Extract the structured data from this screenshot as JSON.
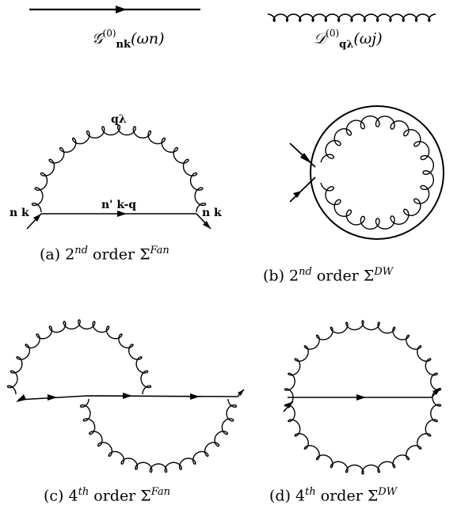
{
  "legend": {
    "fermion": {
      "symbol": "𝒢",
      "sup": "(0)",
      "sub": "nk",
      "arg": "(ωn)"
    },
    "phonon": {
      "symbol": "𝒟",
      "sup": "(0)",
      "sub": "qλ",
      "arg": "(ωj)"
    }
  },
  "panels": [
    {
      "id": "a",
      "caption_prefix": "(a) 2",
      "caption_order_sup": "nd",
      "caption_mid": " order Σ",
      "caption_sup": "Fan",
      "labels": {
        "phonon": "qλ",
        "left": "n k",
        "mid": "n' k-q",
        "right": "n k"
      }
    },
    {
      "id": "b",
      "caption_prefix": "(b) 2",
      "caption_order_sup": "nd",
      "caption_mid": " order Σ",
      "caption_sup": "DW"
    },
    {
      "id": "c",
      "caption_prefix": "(c) 4",
      "caption_order_sup": "th",
      "caption_mid": " order Σ",
      "caption_sup": "Fan"
    },
    {
      "id": "d",
      "caption_prefix": "(d) 4",
      "caption_order_sup": "th",
      "caption_mid": " order Σ",
      "caption_sup": "DW"
    }
  ]
}
